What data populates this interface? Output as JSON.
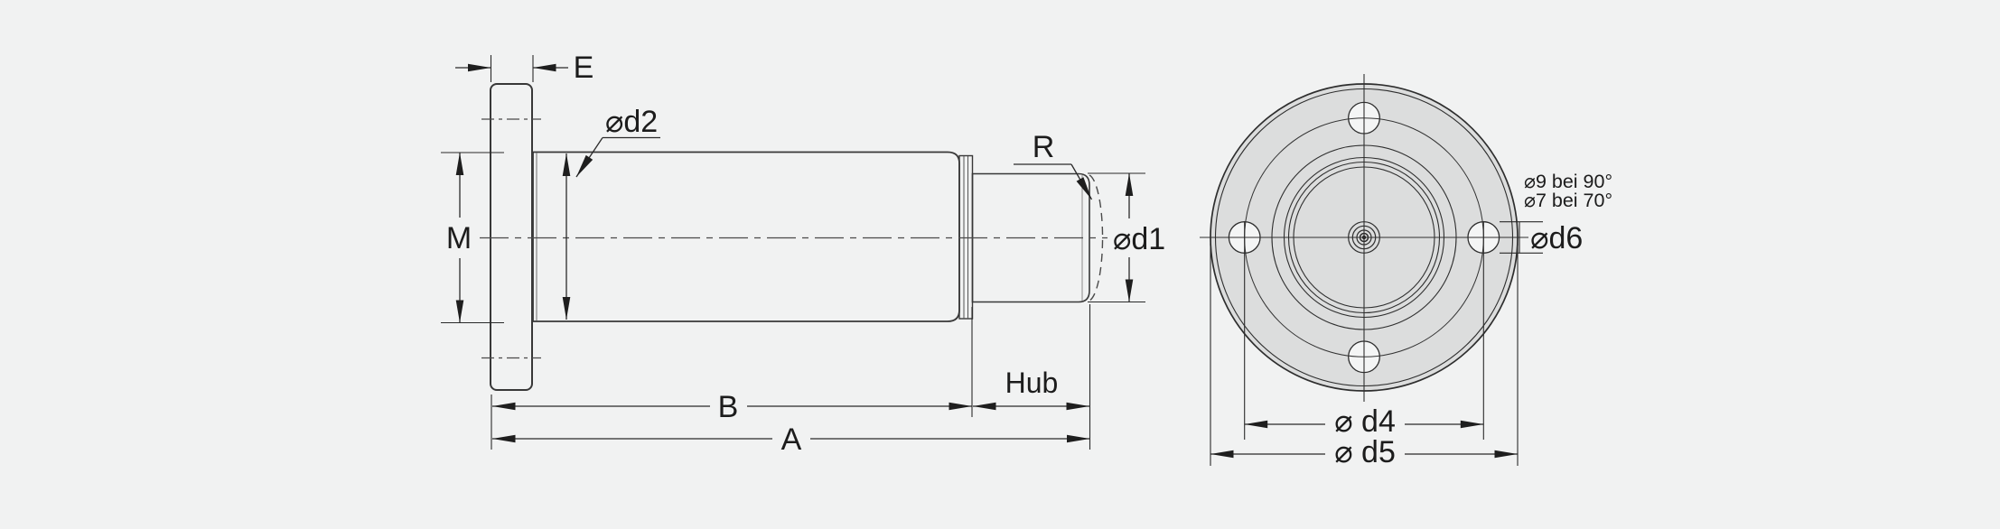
{
  "title": "flanged cylinder technical drawing, side view and front view",
  "side_view": {
    "dim_flange_thickness": "E",
    "dim_body_diameter": "⌀d2",
    "dim_thread": "M",
    "dim_rod_radius": "R",
    "dim_rod_diameter": "⌀d1",
    "dim_body_length": "B",
    "dim_total_length": "A",
    "dim_stroke": "Hub"
  },
  "front_view": {
    "hole_note_line1": "⌀9 bei 90°",
    "hole_note_line2": "⌀7 bei 70°",
    "dim_hole_diameter": "⌀d6",
    "dim_bolt_circle": "⌀ d4",
    "dim_flange_diameter": "⌀ d5"
  },
  "colors": {
    "background": "#f1f2f2",
    "flange_side": "#8a8a8a",
    "metal_highlight": "#efefef",
    "metal_shadow": "#5a5a5a",
    "front_face_fill": "#dcdddd",
    "bolt_hole_fill": "#f4f5f5",
    "line": "#2a2a2a"
  }
}
